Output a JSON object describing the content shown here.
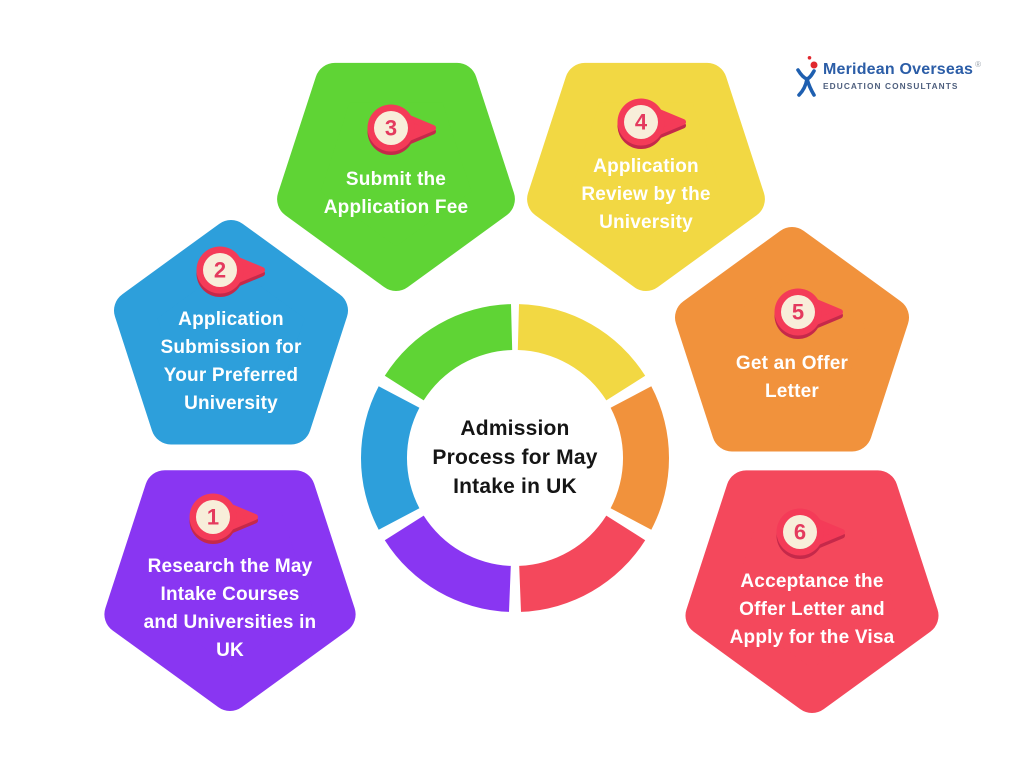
{
  "page": {
    "background": "#ffffff"
  },
  "center": {
    "title": "Admission\nProcess for May\nIntake in UK",
    "text_color": "#151515"
  },
  "step_text_color": "#ffffff",
  "badge": {
    "ring_color": "#f43b58",
    "shadow_color": "#c5294a",
    "fill_color": "#f8eeda",
    "number_color": "#e43a5e"
  },
  "steps": [
    {
      "number": "1",
      "label": "Research the May\nIntake Courses\nand Universities in\nUK",
      "color": "#8936f2"
    },
    {
      "number": "2",
      "label": "Application\nSubmission for\nYour Preferred\nUniversity",
      "color": "#2d9fdb"
    },
    {
      "number": "3",
      "label": "Submit the\nApplication Fee",
      "color": "#5fd435"
    },
    {
      "number": "4",
      "label": "Application\nReview by the\nUniversity",
      "color": "#f2d843"
    },
    {
      "number": "5",
      "label": "Get an Offer\nLetter",
      "color": "#f1923c"
    },
    {
      "number": "6",
      "label": "Acceptance the\nOffer Letter and\nApply for the Visa",
      "color": "#f4485c"
    }
  ],
  "logo": {
    "name": "Meridean Overseas",
    "registered_mark": "®",
    "tagline": "EDUCATION CONSULTANTS",
    "text_color": "#2b5da7",
    "tagline_color": "#4e5f7e",
    "icon_blue": "#1e5fb0",
    "icon_red": "#e0282e"
  }
}
